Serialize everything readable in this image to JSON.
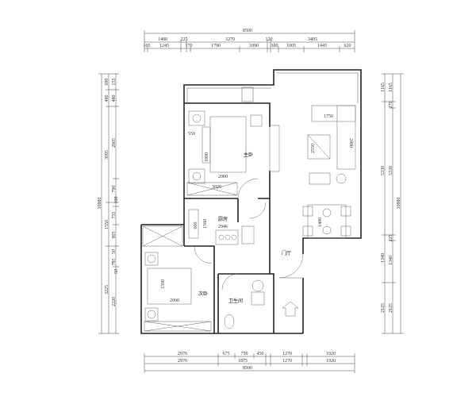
{
  "dimensions": {
    "top": {
      "total": "8500",
      "row1": [
        "1480",
        "225",
        "3270",
        "120",
        "3405"
      ],
      "row2": [
        "105",
        "1245",
        "170",
        "1790",
        "1090",
        "300",
        "1005",
        "1445",
        "620"
      ]
    },
    "bottom": {
      "row1": [
        "2970",
        "675",
        "750",
        "450",
        "1270",
        "1920"
      ],
      "row2": [
        "2970",
        "1875",
        "1270",
        "1920"
      ],
      "total": "8500"
    },
    "left": {
      "total": "10880",
      "row1": [
        "690",
        "480",
        "3095",
        "1550",
        "3225"
      ],
      "row2": [
        "155",
        "480",
        "2805",
        "790",
        "100",
        "735",
        "905",
        "50",
        "785",
        "50",
        "2220"
      ]
    },
    "right": {
      "row1": [
        "1165",
        "5330",
        "1340",
        "2125"
      ],
      "row2": [
        "1165",
        "270",
        "5330",
        "225",
        "1340",
        "2125"
      ],
      "total": "10880"
    }
  },
  "rooms": {
    "master_bedroom": "主卧",
    "kitchen": "厨房",
    "kitchen_size": "2946",
    "second_bedroom": "次卧",
    "bathroom": "卫生间",
    "foyer": "门厅"
  },
  "furniture_dims": {
    "bed1_w": "1800",
    "bed1_l": "2000",
    "side1": "550",
    "closet": "3020",
    "bed2_w": "1500",
    "bed2_l": "2000",
    "sofa": "2400",
    "sofa_l": "1750",
    "tv": "2550",
    "table": "1400",
    "fridge": "600",
    "kitchen_len": "1560"
  }
}
